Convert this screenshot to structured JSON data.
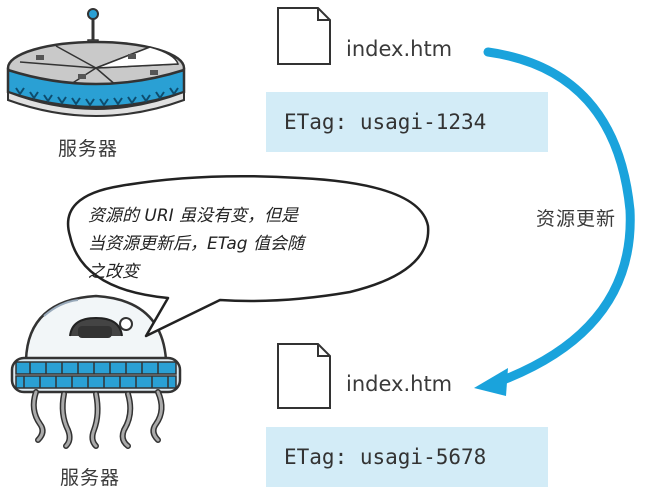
{
  "servers": {
    "top_label": "服务器",
    "bottom_label": "服务器"
  },
  "files": {
    "top_name": "index.htm",
    "bottom_name": "index.htm"
  },
  "etags": {
    "top": "ETag: usagi-1234",
    "bottom": "ETag: usagi-5678"
  },
  "update_label": "资源更新",
  "speech_bubble": {
    "lines": [
      "资源的 URI 虽没有变，但是",
      "当资源更新后，ETag 值会随",
      "之改变"
    ]
  },
  "colors": {
    "arrow": "#1aa3dc",
    "etag_background": "#d3ecf7",
    "server_accent": "#2aa0d4"
  }
}
